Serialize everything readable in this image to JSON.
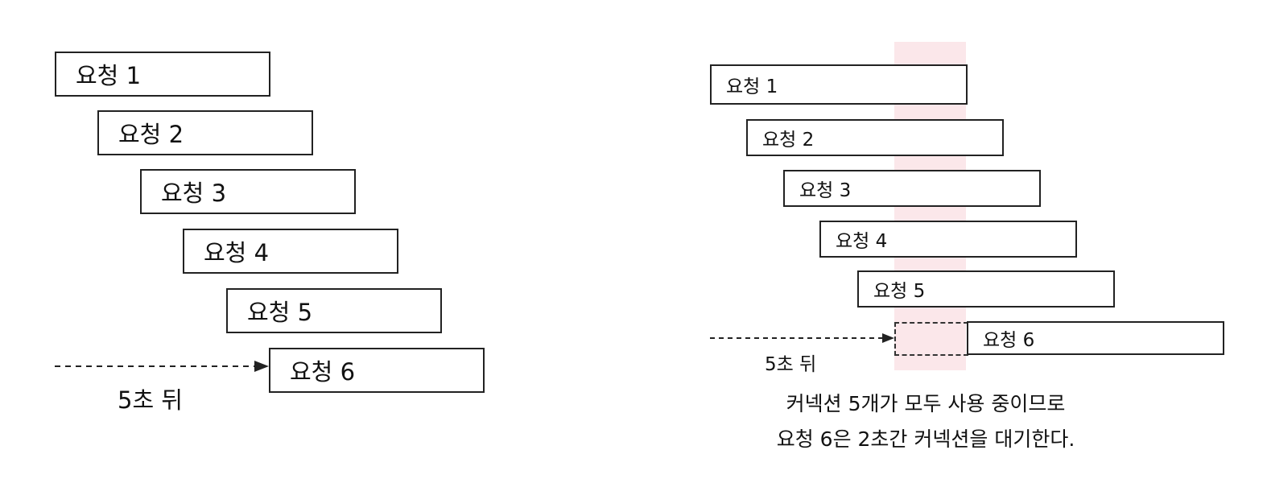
{
  "left_diagram": {
    "requests": [
      "요청 1",
      "요청 2",
      "요청 3",
      "요청 4",
      "요청 5",
      "요청 6"
    ],
    "delay_label": "5초 뒤"
  },
  "right_diagram": {
    "requests": [
      "요청 1",
      "요청 2",
      "요청 3",
      "요청 4",
      "요청 5",
      "요청 6"
    ],
    "delay_label": "5초 뒤",
    "caption": [
      "커넥션 5개가 모두 사용 중이므로",
      "요청 6은 2초간 커넥션을 대기한다."
    ],
    "highlight_color": "#fbe7ea"
  }
}
